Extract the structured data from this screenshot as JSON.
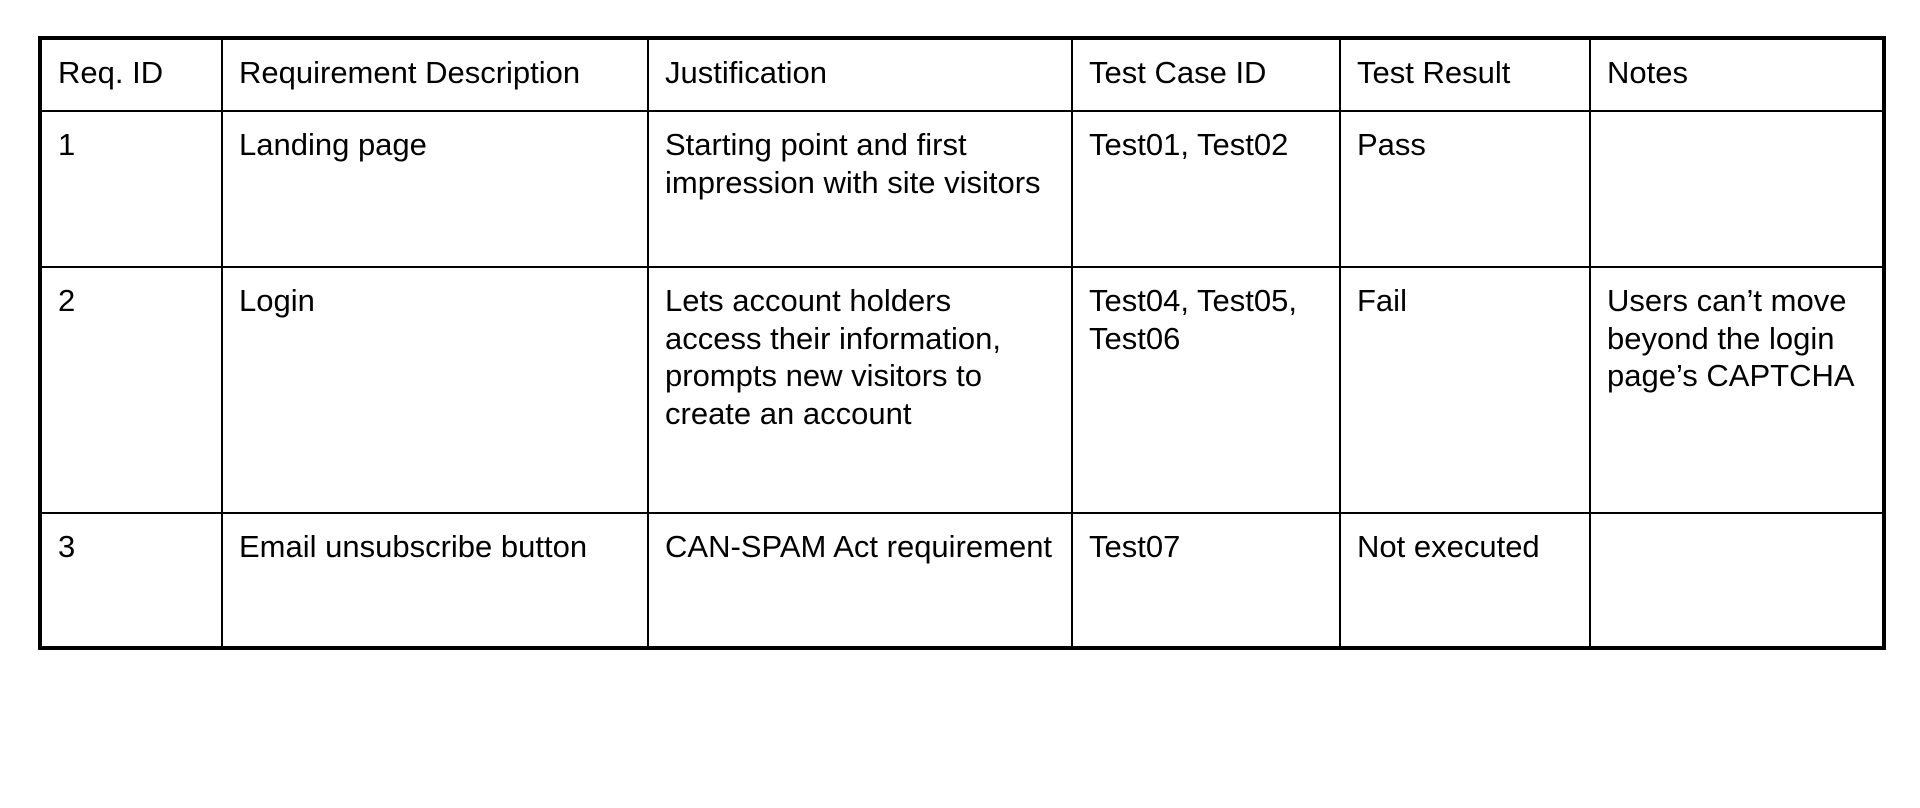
{
  "document": {
    "type": "requirements-traceability-table",
    "background_color": "#ffffff",
    "text_color": "#000000",
    "border_color": "#000000"
  },
  "table": {
    "columns": [
      {
        "key": "req_id",
        "label": "Req. ID"
      },
      {
        "key": "description",
        "label": "Requirement Description"
      },
      {
        "key": "justification",
        "label": "Justification"
      },
      {
        "key": "test_case_id",
        "label": "Test Case ID"
      },
      {
        "key": "test_result",
        "label": "Test Result"
      },
      {
        "key": "notes",
        "label": "Notes"
      }
    ],
    "rows": [
      {
        "req_id": "1",
        "description": "Landing page",
        "justification": "Starting point and first impression with site visitors",
        "test_case_id": "Test01, Test02",
        "test_result": "Pass",
        "notes": ""
      },
      {
        "req_id": "2",
        "description": "Login",
        "justification": "Lets account holders access their information, prompts new visitors to create an account",
        "test_case_id": "Test04, Test05, Test06",
        "test_result": "Fail",
        "notes": "Users can’t move beyond the login page’s CAPTCHA"
      },
      {
        "req_id": "3",
        "description": "Email unsubscribe button",
        "justification": "CAN-SPAM Act requirement",
        "test_case_id": "Test07",
        "test_result": "Not executed",
        "notes": ""
      }
    ]
  }
}
